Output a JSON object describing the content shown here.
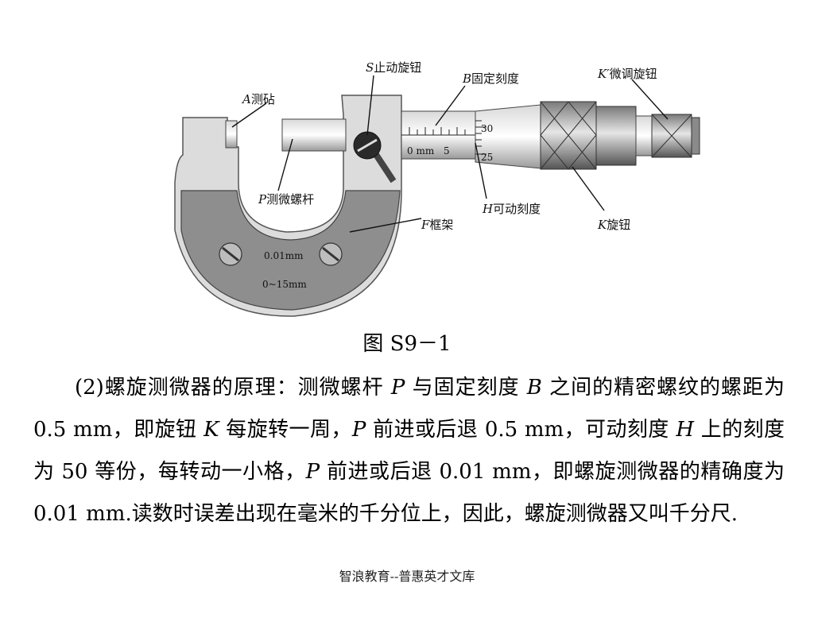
{
  "figure": {
    "labels": {
      "anvil_letter": "A",
      "anvil": "测砧",
      "lock_letter": "S",
      "lock": "止动旋钮",
      "fixed_letter": "B",
      "fixed": "固定刻度",
      "fine_letter": "K′",
      "fine": "微调旋钮",
      "spindle_letter": "P",
      "spindle": "测微螺杆",
      "movable_letter": "H",
      "movable": "可动刻度",
      "frame_letter": "F",
      "frame": "框架",
      "knob_letter": "K",
      "knob": "旋钮"
    },
    "scale": {
      "sleeve_unit": "0 mm",
      "sleeve_five": "5",
      "thimble_top": "30",
      "thimble_bottom": "25"
    },
    "plate": {
      "precision": "0.01mm",
      "range": "0~15mm"
    }
  },
  "caption": "图 S9－1",
  "paragraph": {
    "s1": "(2)螺旋测微器的原理：测微螺杆 ",
    "p1": "P",
    "s2": " 与固定刻度 ",
    "b1": "B",
    "s3": " 之间的精密螺纹的螺距为 0.5 mm，即旋钮 ",
    "k1": "K",
    "s4": " 每旋转一周，",
    "p2": "P",
    "s5": " 前进或后退 0.5 mm，可动刻度 ",
    "h1": "H",
    "s6": " 上的刻度为 50 等份，每转动一小格，",
    "p3": "P",
    "s7": " 前进或后退 0.01 mm，即螺旋测微器的精确度为 0.01 mm.读数时误差出现在毫米的千分位上，因此，螺旋测微器又叫千分尺."
  },
  "footer": "智浪教育--普惠英才文库"
}
